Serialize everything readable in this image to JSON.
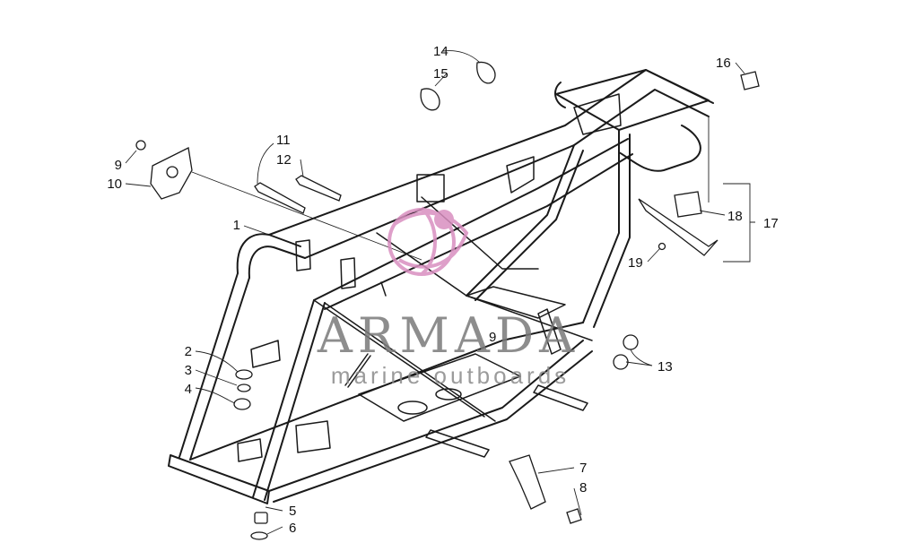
{
  "diagram": {
    "callouts": [
      "1",
      "2",
      "3",
      "4",
      "5",
      "6",
      "7",
      "8",
      "9",
      "10",
      "11",
      "12",
      "13",
      "14",
      "15",
      "16",
      "17",
      "18",
      "19"
    ],
    "callout_9b": "9"
  },
  "watermark": {
    "brand": "ARMADA",
    "tagline": "marine outboards",
    "color_logo": "#d98fc0",
    "color_text": "#7a7a7a"
  }
}
